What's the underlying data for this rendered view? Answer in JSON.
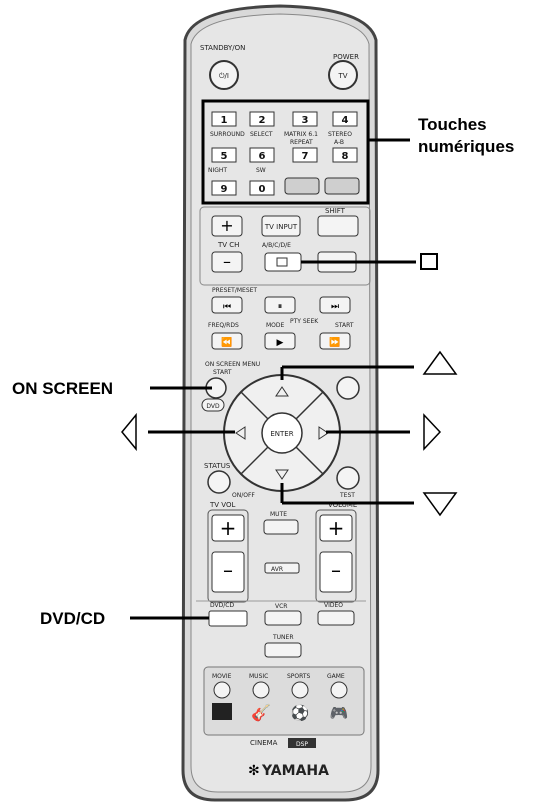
{
  "top": {
    "standby": "STANDBY/ON",
    "power": "POWER",
    "standby_glyph": "⏻/I",
    "power_glyph": "TV"
  },
  "numpad": {
    "keys": [
      "1",
      "2",
      "3",
      "4",
      "5",
      "6",
      "7",
      "8",
      "9",
      "0"
    ],
    "labels_row1": [
      "SURROUND",
      "SELECT",
      "MATRIX 6.1",
      "STEREO"
    ],
    "labels_row2": [
      "REPEAT",
      "A-B"
    ],
    "labels_row3": [
      "NIGHT",
      "SW"
    ]
  },
  "shift": "SHIFT",
  "tv": {
    "tv_input": "TV INPUT",
    "tv_ch": "TV CH",
    "plus": "+",
    "minus": "–",
    "audio": "A/B/C/D/E"
  },
  "transport": {
    "preset": "PRESET/MESET",
    "freq": "FREQ/RDS",
    "mode": "MODE",
    "pty": "PTY SEEK",
    "start": "START"
  },
  "osd": {
    "on_screen_menu": "ON SCREEN MENU",
    "start": "START",
    "enter": "ENTER",
    "status": "STATUS",
    "onoff": "ON/OFF",
    "test": "TEST",
    "dvd": "DVD"
  },
  "volume": {
    "tv_vol": "TV VOL",
    "volume": "VOLUME",
    "mute": "MUTE",
    "plus": "+",
    "minus": "–",
    "avr": "AVR"
  },
  "sources": {
    "dvdcd": "DVD/CD",
    "vcr": "VCR",
    "video": "VIDEO",
    "tuner": "TUNER"
  },
  "modes": [
    "MOVIE",
    "MUSIC",
    "SPORTS",
    "GAME"
  ],
  "cinema": "CINEMA",
  "cinema_badge": "DSP",
  "brand": "YAMAHA",
  "callouts": {
    "numeric_line1": "Touches",
    "numeric_line2": "numériques",
    "on_screen": "ON SCREEN",
    "dvdcd": "DVD/CD"
  }
}
